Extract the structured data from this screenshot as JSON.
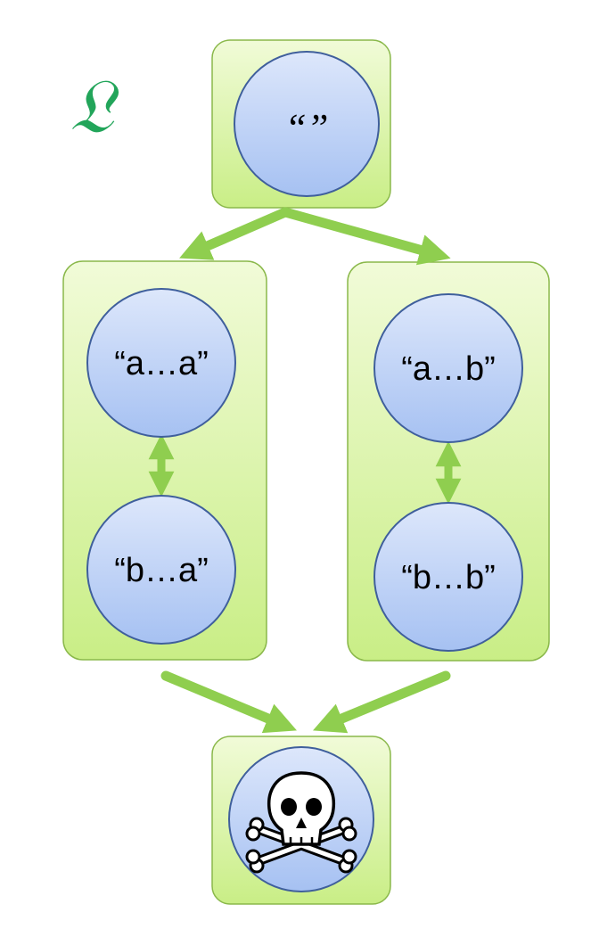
{
  "diagram": {
    "language_symbol": "𝔏",
    "colors": {
      "arrow": "#8fce4f",
      "group_fill_top": "#f1fbd8",
      "group_fill_bottom": "#c9ee86",
      "group_stroke": "#8ab84a",
      "node_fill_top": "#dbe6fb",
      "node_fill_bottom": "#a8c3f2",
      "node_stroke": "#3f5f9c",
      "symbol": "#22a55a"
    },
    "nodes": {
      "start": {
        "label": "“”"
      },
      "aa": {
        "label": "“a…a”"
      },
      "ba": {
        "label": "“b…a”"
      },
      "ab": {
        "label": "“a…b”"
      },
      "bb": {
        "label": "“b…b”"
      },
      "dead": {
        "label": "",
        "icon": "skull-crossbones-icon"
      }
    }
  }
}
